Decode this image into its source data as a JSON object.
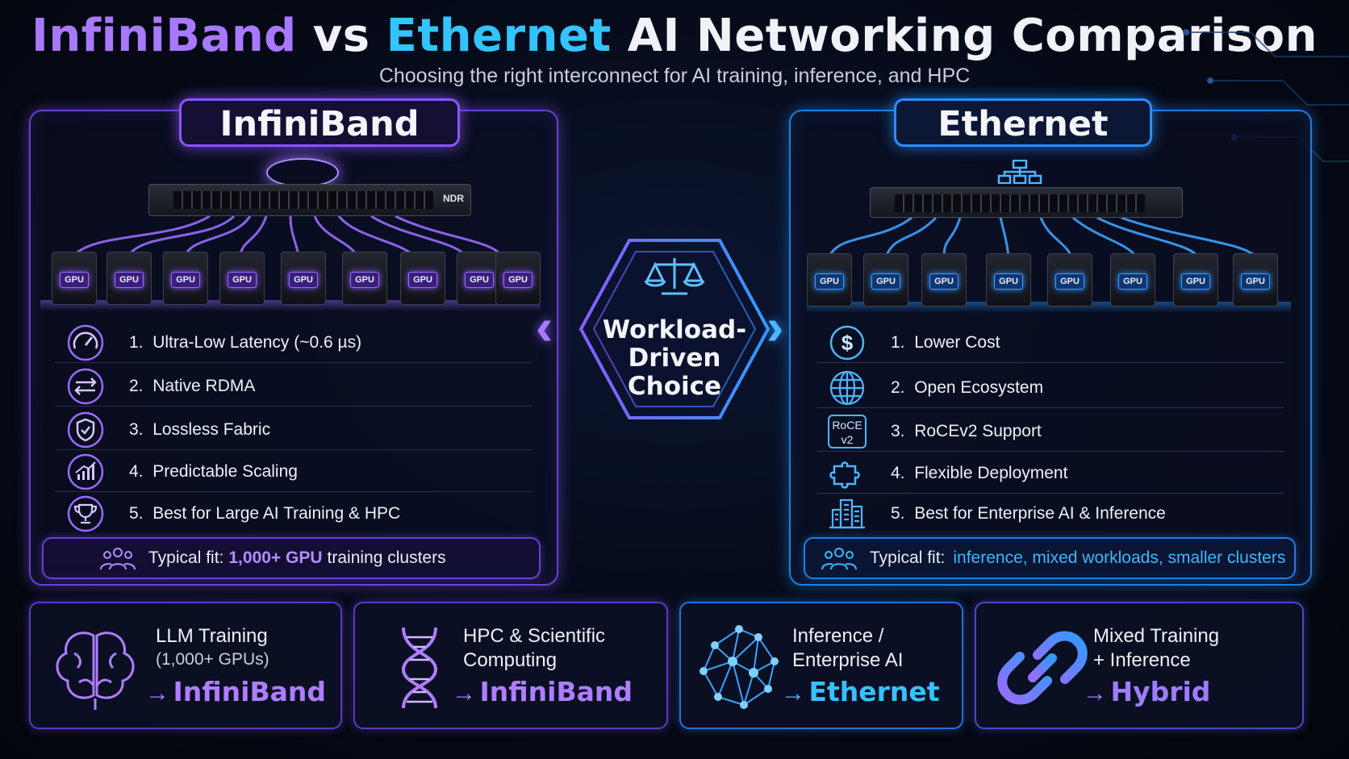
{
  "header": {
    "title_part_1": "InfiniBand",
    "title_part_2": " vs ",
    "title_part_3": "Ethernet",
    "title_part_4": " AI Networking Comparison",
    "subtitle": "Choosing the right interconnect for AI training, inference, and HPC"
  },
  "infiniband": {
    "tab_label": "InfiniBand",
    "switch_label": "NDR",
    "gpu_label": "GPU",
    "items": [
      {
        "number": "1.",
        "label": "Ultra-Low Latency (~0.6 µs)",
        "icon": "speedometer-icon"
      },
      {
        "number": "2.",
        "label": "Native RDMA",
        "icon": "bidirectional-arrows-icon"
      },
      {
        "number": "3.",
        "label": "Lossless Fabric",
        "icon": "shield-check-icon"
      },
      {
        "number": "4.",
        "label": "Predictable Scaling",
        "icon": "growth-chart-icon"
      },
      {
        "number": "5.",
        "label": "Best for Large AI Training & HPC",
        "icon": "trophy-icon"
      }
    ],
    "fit_prefix": "Typical fit:",
    "fit_highlight": "1,000+ GPU",
    "fit_suffix": "training clusters"
  },
  "ethernet": {
    "tab_label": "Ethernet",
    "gpu_label": "GPU",
    "items": [
      {
        "number": "1.",
        "label": "Lower Cost",
        "icon": "dollar-icon"
      },
      {
        "number": "2.",
        "label": "Open Ecosystem",
        "icon": "globe-icon"
      },
      {
        "number": "3.",
        "label": "RoCEv2 Support",
        "icon": "rocev2-icon",
        "icon_text_1": "RoCE",
        "icon_text_2": "v2"
      },
      {
        "number": "4.",
        "label": "Flexible Deployment",
        "icon": "puzzle-icon"
      },
      {
        "number": "5.",
        "label": "Best for Enterprise AI & Inference",
        "icon": "buildings-icon"
      }
    ],
    "fit_prefix": "Typical fit:",
    "fit_highlight": "inference, mixed workloads, smaller clusters"
  },
  "center": {
    "line_1": "Workload-",
    "line_2": "Driven",
    "line_3": "Choice",
    "icon": "scales-icon"
  },
  "cards": [
    {
      "title_1": "LLM Training",
      "title_2": "",
      "sub": "(1,000+ GPUs)",
      "arrow": "→",
      "result": "InfiniBand",
      "icon": "brain-icon"
    },
    {
      "title_1": "HPC & Scientific",
      "title_2": "Computing",
      "sub": "",
      "arrow": "→",
      "result": "InfiniBand",
      "icon": "dna-icon"
    },
    {
      "title_1": "Inference /",
      "title_2": "Enterprise AI",
      "sub": "",
      "arrow": "→",
      "result": "Ethernet",
      "icon": "network-mesh-icon"
    },
    {
      "title_1": "Mixed Training",
      "title_2": "+ Inference",
      "sub": "",
      "arrow": "→",
      "result": "Hybrid",
      "icon": "chain-link-icon"
    }
  ],
  "colors": {
    "infiniband": "#a879ff",
    "ethernet": "#33c4ff",
    "hybrid": "#9d7cff",
    "background": "#060a17"
  }
}
